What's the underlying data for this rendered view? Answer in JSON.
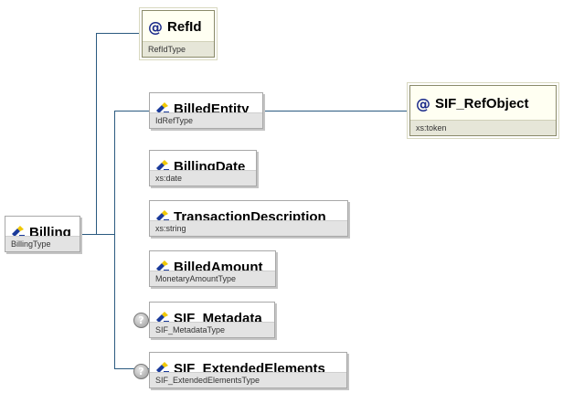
{
  "root": {
    "name": "Billing",
    "type": "BillingType"
  },
  "attribute": {
    "name": "RefId",
    "type": "RefIdType",
    "icon": "at-icon"
  },
  "children": [
    {
      "name": "BilledEntity",
      "type": "IdRefType",
      "optional": false
    },
    {
      "name": "BillingDate",
      "type": "xs:date",
      "optional": false
    },
    {
      "name": "TransactionDescription",
      "type": "xs:string",
      "optional": false
    },
    {
      "name": "BilledAmount",
      "type": "MonetaryAmountType",
      "optional": false
    },
    {
      "name": "SIF_Metadata",
      "type": "SIF_MetadataType",
      "optional": true
    },
    {
      "name": "SIF_ExtendedElements",
      "type": "SIF_ExtendedElementsType",
      "optional": true
    }
  ],
  "billed_entity_attribute": {
    "name": "SIF_RefObject",
    "type": "xs:token",
    "icon": "at-icon"
  },
  "optional_marker": "?",
  "colors": {
    "connector": "#2b5a80",
    "element_icon_blue": "#1a3a9a",
    "element_icon_yellow": "#f0c800"
  }
}
